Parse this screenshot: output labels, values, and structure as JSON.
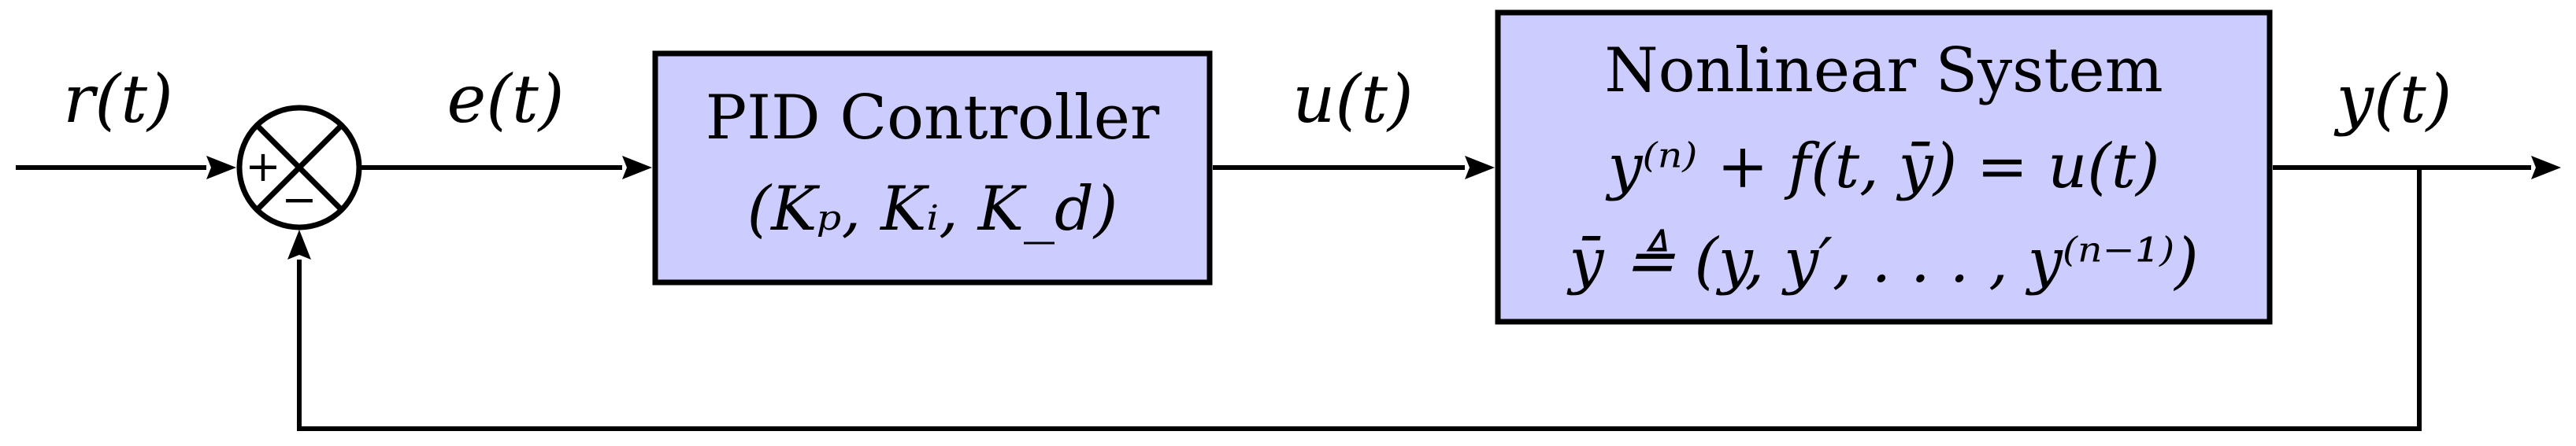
{
  "signals": {
    "reference": "r(t)",
    "error": "e(t)",
    "control": "u(t)",
    "output": "y(t)"
  },
  "summing_junction": {
    "plus_sign": "+",
    "minus_sign": "−"
  },
  "controller": {
    "title": "PID Controller",
    "params": "(Kₚ, Kᵢ, K_d)"
  },
  "plant": {
    "title": "Nonlinear System",
    "equation": "y⁽ⁿ⁾ + f(t, ȳ) = u(t)",
    "state_def": "ȳ ≜ (y, y′, . . . , y⁽ⁿ⁻¹⁾)"
  },
  "colors": {
    "block_fill": "#ccccff",
    "line": "#000000",
    "background": "#ffffff"
  }
}
